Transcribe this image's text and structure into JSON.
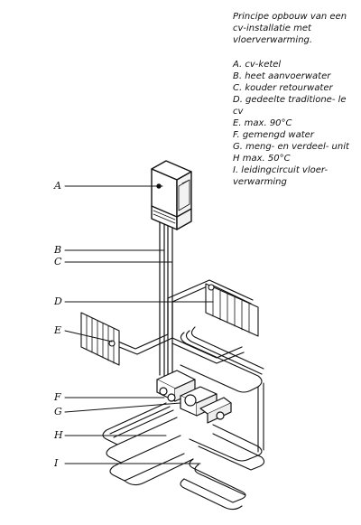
{
  "caption": {
    "title": "Principe opbouw van een cv-installatie met vloerverwarming.",
    "items": [
      "A. cv-ketel",
      "B. heet aanvoerwater",
      "C. kouder retourwater",
      "D. gedeelte traditione- le cv",
      "E. max. 90°C",
      "F. gemengd water",
      "G. meng- en verdeel- unit",
      "H max. 50°C",
      "I. leidingcircuit vloer- verwarming"
    ]
  },
  "callouts": [
    "A",
    "B",
    "C",
    "D",
    "E",
    "F",
    "G",
    "H",
    "I"
  ]
}
